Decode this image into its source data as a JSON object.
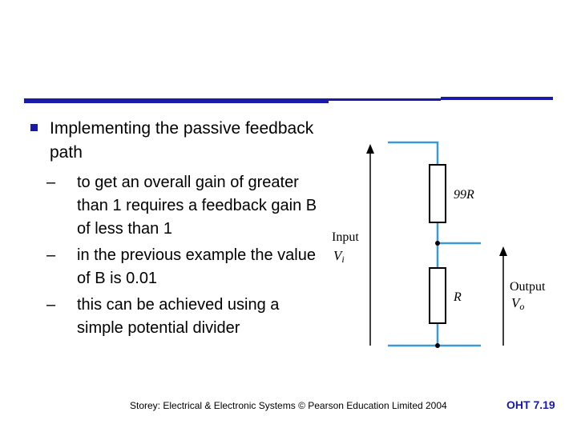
{
  "bullet_main": "Implementing the passive feedback path",
  "sub_bullets": [
    {
      "dash": "–",
      "text": "to get an overall gain of greater than 1 requires a feedback gain B of less than 1"
    },
    {
      "dash": "–",
      "text": "in the previous example the value of B is 0.01"
    },
    {
      "dash": "–",
      "text": "this can be achieved using a simple potential divider"
    }
  ],
  "diagram": {
    "input_label": "Input",
    "input_var": "V",
    "input_sub": "i",
    "r_top_label": "99R",
    "r_bottom_label": "R",
    "output_label": "Output",
    "output_var": "V",
    "output_sub": "o",
    "wire_color": "#3a9ad9"
  },
  "footer": "Storey: Electrical & Electronic Systems © Pearson Education Limited 2004",
  "slide_number": "OHT 7.19",
  "colors": {
    "accent": "#1a1aa8"
  }
}
